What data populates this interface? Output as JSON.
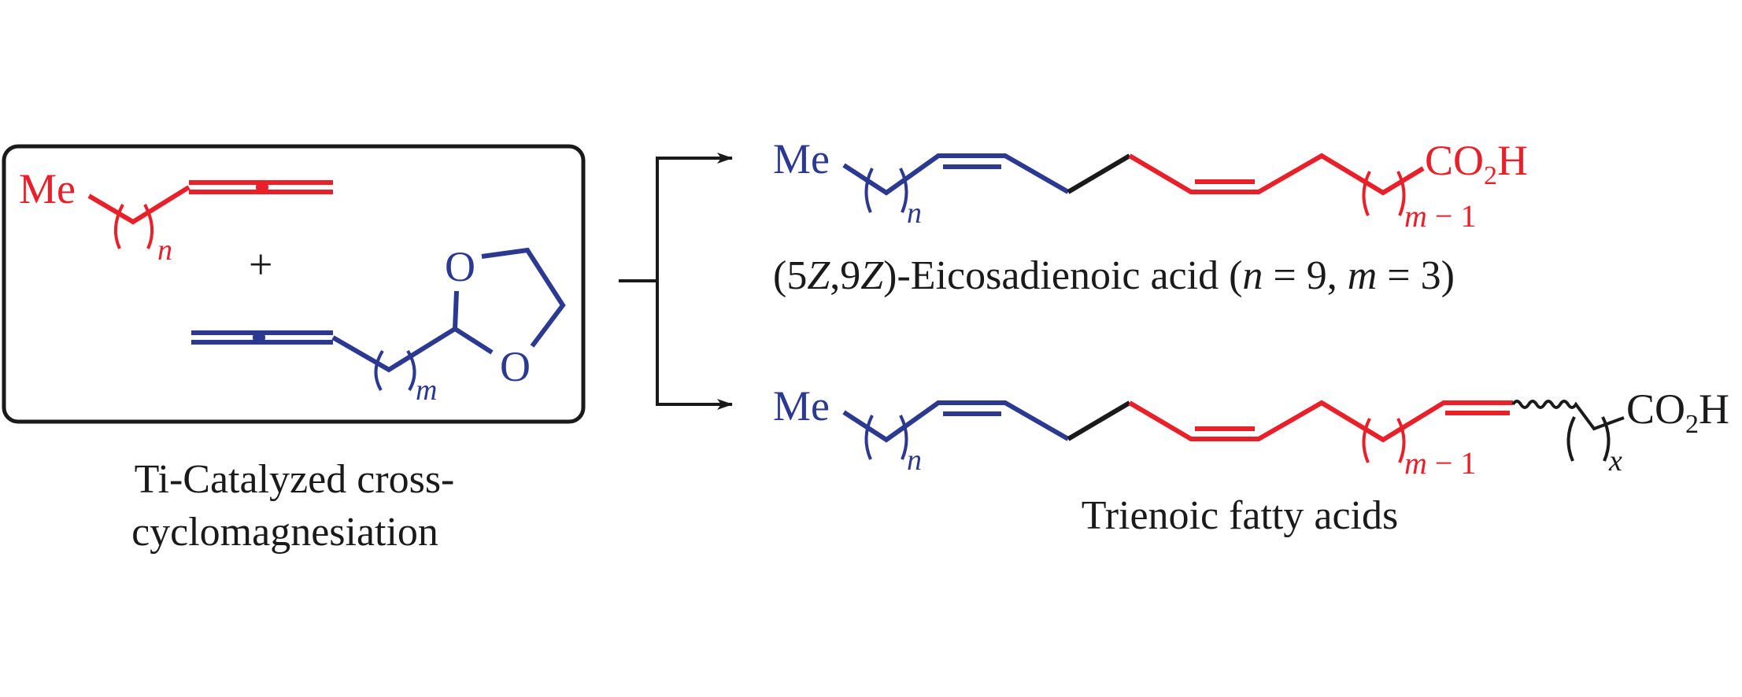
{
  "colors": {
    "red": "#e8202a",
    "blue": "#2b3990",
    "black": "#1a1a1a"
  },
  "reactants": {
    "alkyne_1": {
      "group": "Me",
      "repeat_index": "n"
    },
    "plus": "+",
    "alkyne_2": {
      "oxygen_top": "O",
      "oxygen_bottom": "O",
      "repeat_index": "m"
    },
    "caption_line1": "Ti-Catalyzed cross-",
    "caption_line2": "cyclomagnesiation"
  },
  "product_1": {
    "group": "Me",
    "repeat_index_left": "n",
    "acid": {
      "c": "CO",
      "sub": "2",
      "h": "H"
    },
    "repeat_index_right": {
      "var": "m",
      "rest": " − 1"
    },
    "caption": {
      "p1": "(5",
      "z1": "Z",
      "p2": ",9",
      "z2": "Z",
      "p3": ")-Eicosadienoic acid (",
      "n": "n",
      "p4": " = 9, ",
      "m": "m",
      "p5": " = 3)"
    }
  },
  "product_2": {
    "group": "Me",
    "repeat_index_left": "n",
    "repeat_index_right": {
      "var": "m",
      "rest": " − 1"
    },
    "repeat_index_tail": "x",
    "acid": {
      "c": "CO",
      "sub": "2",
      "h": "H"
    },
    "caption": "Trienoic fatty acids"
  }
}
